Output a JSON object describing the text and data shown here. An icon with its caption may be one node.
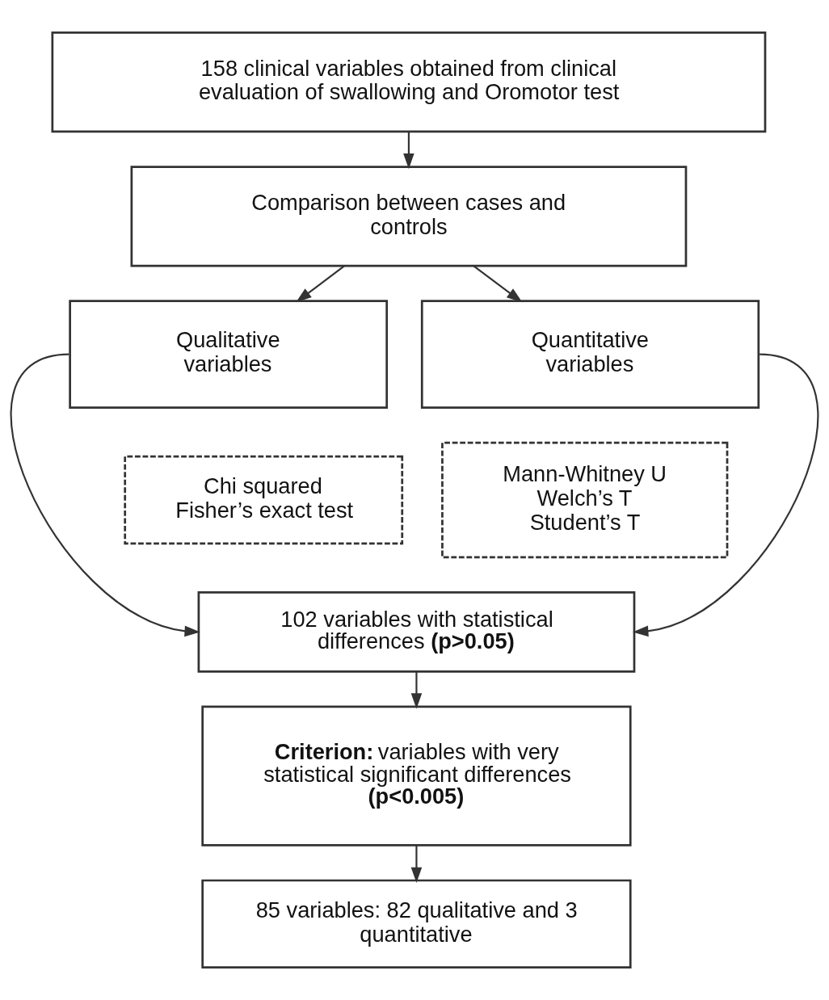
{
  "diagram": {
    "nodes": [
      {
        "text": [
          "158 clinical variables obtained from clinical evaluation of swallowing and Oromotor test"
        ]
      },
      {
        "text": [
          "Comparison between cases and controls"
        ]
      },
      {
        "text": [
          "Qualitative variables"
        ]
      },
      {
        "text": [
          "Quantitative variables"
        ]
      },
      {
        "text": [
          "Chi squared",
          "Fisher’s exact test"
        ]
      },
      {
        "text": [
          "Mann-Whitney U",
          "Welch’s T",
          "Student’s T"
        ]
      },
      {
        "text": [
          "102 variables with statistical differences **(p>0.05)**"
        ]
      },
      {
        "text": [
          "**Criterion:** variables with very statistical significant differences **(p<0.005)**"
        ]
      },
      {
        "text": [
          "85 variables: 82 qualitative and 3 quantitative"
        ]
      }
    ],
    "edges": [
      {
        "from": 0,
        "to": 1,
        "arrow": "to"
      },
      {
        "from": 1,
        "to": 2,
        "arrow": "to"
      },
      {
        "from": 1,
        "to": 3,
        "arrow": "to"
      },
      {
        "from": 2,
        "to": 6,
        "arrow": "to"
      },
      {
        "from": 3,
        "to": 6,
        "arrow": "to"
      },
      {
        "from": 6,
        "to": 7,
        "arrow": "to"
      },
      {
        "from": 7,
        "to": 8,
        "arrow": "to"
      }
    ]
  }
}
